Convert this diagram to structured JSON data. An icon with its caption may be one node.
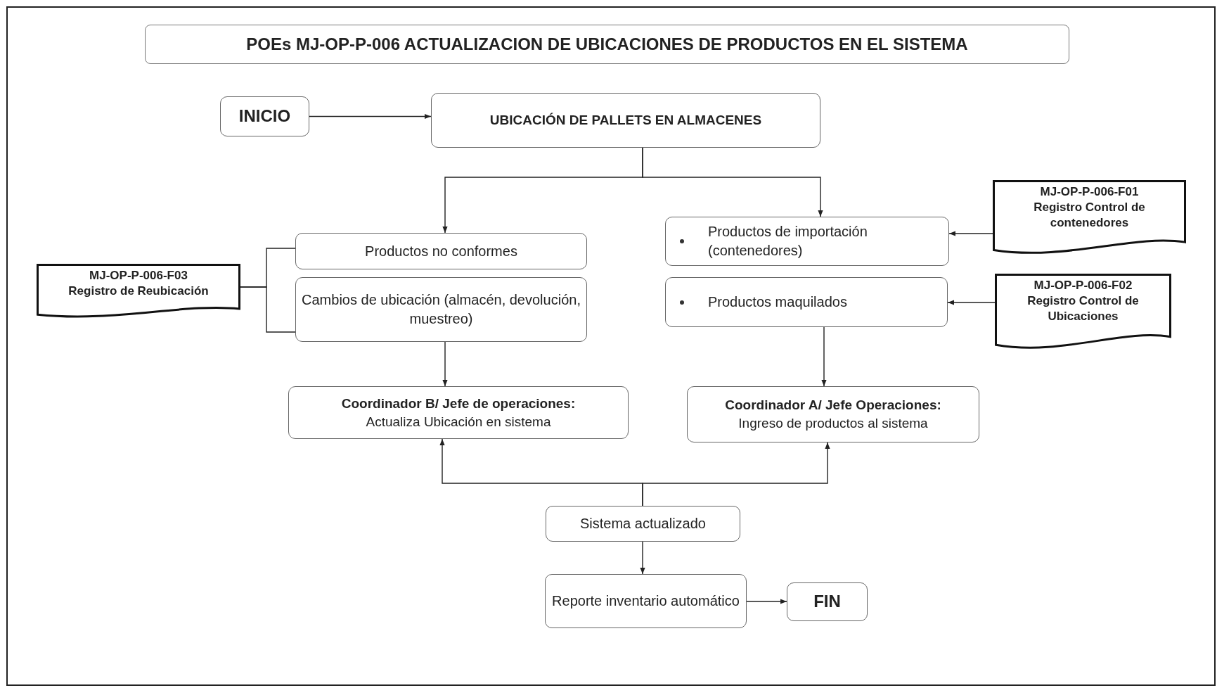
{
  "diagram": {
    "title": "POEs MJ-OP-P-006 ACTUALIZACION DE UBICACIONES DE PRODUCTOS EN EL SISTEMA",
    "nodes": [
      {
        "text": [
          "INICIO"
        ]
      },
      {
        "text": [
          "UBICACIÓN DE PALLETS EN ALMACENES"
        ]
      },
      {
        "text": [
          "Productos no conformes"
        ]
      },
      {
        "text": [
          "Cambios de ubicación (almacén, devolución, muestreo)"
        ]
      },
      {
        "text": [
          "Productos de importación (contenedores)"
        ]
      },
      {
        "text": [
          "Productos maquilados"
        ]
      },
      {
        "text": [
          "MJ-OP-P-006-F01",
          "Registro Control de contenedores"
        ]
      },
      {
        "text": [
          "MJ-OP-P-006-F02",
          "Registro Control de Ubicaciones"
        ]
      },
      {
        "text": [
          "MJ-OP-P-006-F03",
          "Registro de Reubicación"
        ]
      },
      {
        "text": [
          "Coordinador  B/ Jefe de operaciones:",
          "Actualiza Ubicación en sistema"
        ]
      },
      {
        "text": [
          "Coordinador A/ Jefe Operaciones:",
          "Ingreso de productos al sistema"
        ]
      },
      {
        "text": [
          "Sistema actualizado"
        ]
      },
      {
        "text": [
          "Reporte inventario automático"
        ]
      },
      {
        "text": [
          "FIN"
        ]
      }
    ],
    "edges": [
      {
        "from": 0,
        "to": 1,
        "arrow": "to"
      },
      {
        "from": 1,
        "to": 2,
        "arrow": "to"
      },
      {
        "from": 1,
        "to": 4,
        "arrow": "to"
      },
      {
        "from": 6,
        "to": 4,
        "arrow": "to"
      },
      {
        "from": 7,
        "to": 5,
        "arrow": "to"
      },
      {
        "from": 8,
        "to": 2,
        "arrow": "none"
      },
      {
        "from": 8,
        "to": 3,
        "arrow": "none"
      },
      {
        "from": 3,
        "to": 9,
        "arrow": "to"
      },
      {
        "from": 5,
        "to": 10,
        "arrow": "to"
      },
      {
        "from": 11,
        "to": 9,
        "arrow": "to"
      },
      {
        "from": 11,
        "to": 10,
        "arrow": "to"
      },
      {
        "from": 11,
        "to": 12,
        "arrow": "to"
      },
      {
        "from": 12,
        "to": 13,
        "arrow": "to"
      }
    ]
  }
}
